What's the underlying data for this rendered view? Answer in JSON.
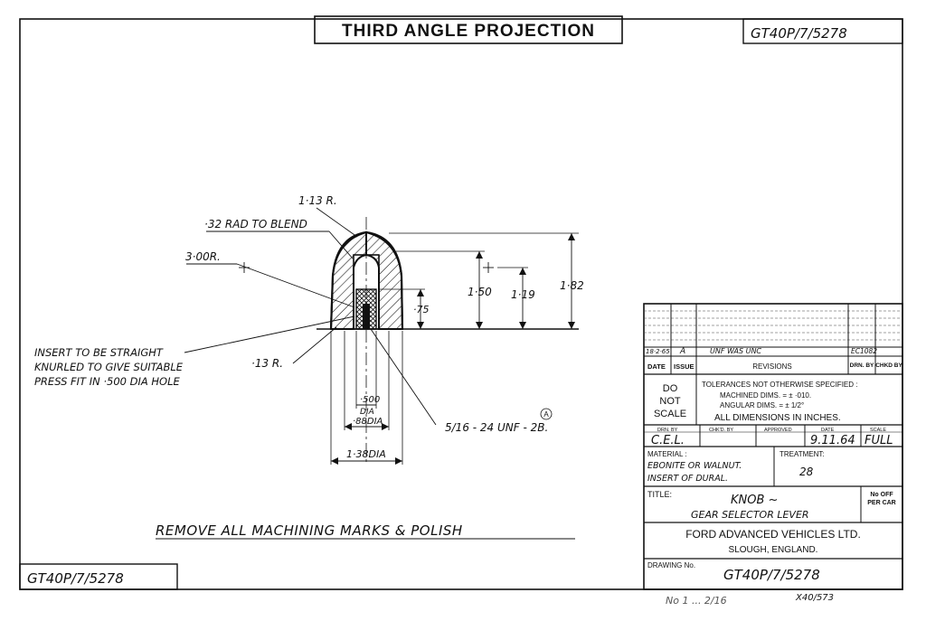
{
  "header": {
    "projection": "THIRD ANGLE PROJECTION",
    "drawing_ref_top": "GT40P/7/5278",
    "drawing_ref_bottom": "GT40P/7/5278"
  },
  "dimensions": {
    "r_113": "1·13 R.",
    "rad_blend": "·32 RAD TO BLEND",
    "r_300": "3·00R.",
    "h_182": "1·82",
    "h_150": "1·50",
    "h_119": "1·19",
    "h_75": "·75",
    "r_13": "·13 R.",
    "dia_500": "·500",
    "dia_500_unit": "DIA",
    "dia_88": "·88DIA",
    "dia_138": "1·38DIA",
    "thread": "5/16 - 24 UNF - 2B.",
    "thread_rev": "A"
  },
  "notes": {
    "insert_line1": "INSERT TO BE STRAIGHT",
    "insert_line2": "KNURLED TO GIVE SUITABLE",
    "insert_line3": "PRESS FIT IN ·500 DIA HOLE",
    "finish": "REMOVE ALL MACHINING MARKS & POLISH"
  },
  "title_block": {
    "rev_date": "18·2·65",
    "rev_issue": "A",
    "rev_desc": "UNF WAS UNC",
    "rev_ec": "EC1082",
    "col_date": "DATE",
    "col_issue": "ISSUE",
    "col_revisions": "REVISIONS",
    "col_drn_by": "DRN. BY",
    "col_chkd_by": "CHKD BY",
    "do_not_scale_1": "DO",
    "do_not_scale_2": "NOT",
    "do_not_scale_3": "SCALE",
    "tol_title": "TOLERANCES NOT OTHERWISE SPECIFIED :",
    "tol_machined": "MACHINED DIMS. = ± ·010.",
    "tol_angular": "ANGULAR DIMS. = ± 1/2°",
    "all_dims": "ALL DIMENSIONS IN INCHES.",
    "lbl_drn_by": "DRN. BY",
    "lbl_chkd_by": "CHK'D. BY",
    "lbl_approved": "APPROVED",
    "lbl_date": "DATE",
    "lbl_scale": "SCALE",
    "drn_by": "C.E.L.",
    "date": "9.11.64",
    "scale": "FULL",
    "lbl_material": "MATERIAL :",
    "material_1": "EBONITE OR WALNUT.",
    "material_2": "INSERT OF DURAL.",
    "lbl_treatment": "TREATMENT:",
    "treatment": "28",
    "lbl_title": "TITLE:",
    "title_1": "KNOB ~",
    "title_2": "GEAR SELECTOR LEVER",
    "lbl_no_off": "No OFF PER CAR",
    "company": "FORD ADVANCED VEHICLES LTD.",
    "location": "SLOUGH,   ENGLAND.",
    "lbl_drawing_no": "DRAWING No.",
    "drawing_no": "GT40P/7/5278"
  },
  "footer_marks": {
    "pencil_note": "No 1 ...  2/16",
    "archive_no": "X40/573"
  }
}
